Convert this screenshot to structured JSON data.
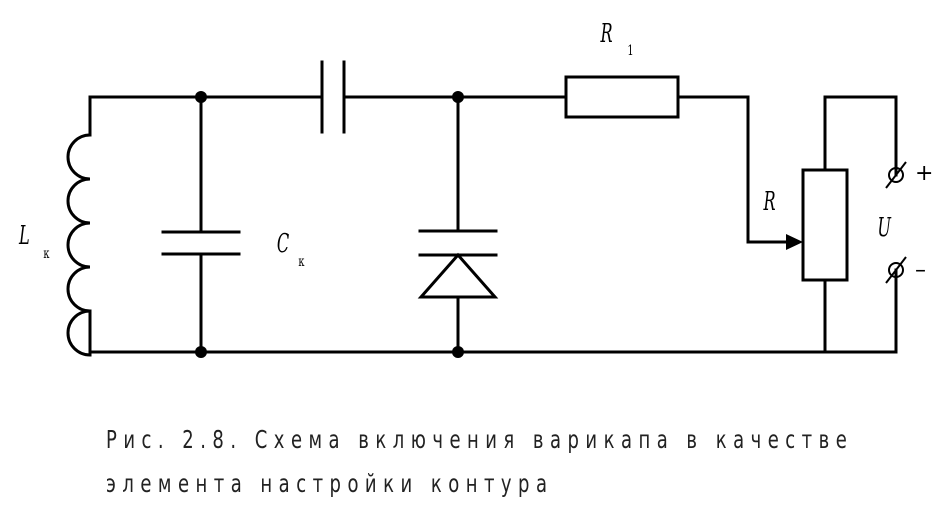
{
  "labels": {
    "inductor": "L",
    "inductor_sub": "к",
    "capacitor": "C",
    "capacitor_sub": "к",
    "resistor1": "R",
    "resistor1_sub": "1",
    "potentiometer": "R",
    "voltage": "U",
    "plus": "+",
    "minus": "–"
  },
  "caption": {
    "line1": "Рис. 2.8. Схема включения варикапа в качестве",
    "line2": "элемента настройки контура"
  }
}
